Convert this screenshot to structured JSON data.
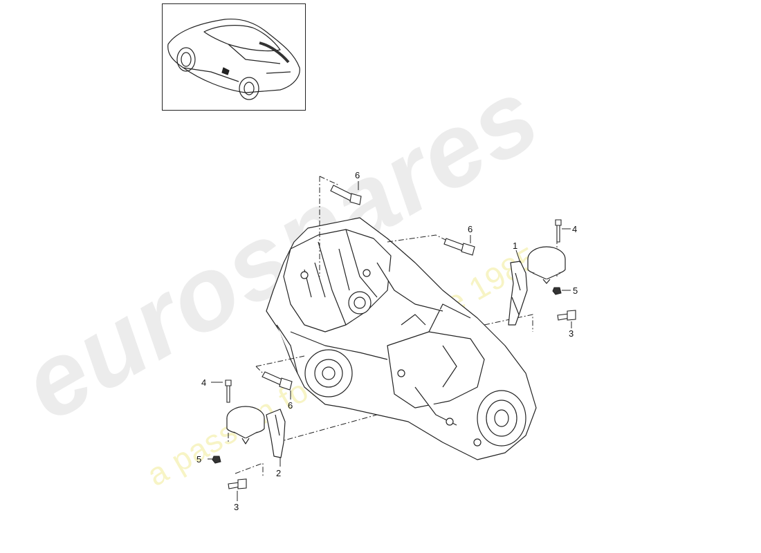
{
  "watermark": {
    "brand": "eurospares",
    "tagline": "a passion for parts since 1985",
    "brand_color": "#dcdcdc",
    "tagline_color": "#f0eb96"
  },
  "thumbnail": {
    "icon": "car-icon"
  },
  "callouts": {
    "bolt_top": "6",
    "bolt_mid_right": "6",
    "bolt_lower_left": "6",
    "mount_right": "1",
    "mount_left": "2",
    "bolt_right_top": "4",
    "bolt_left_top": "4",
    "nut_right": "5",
    "nut_left": "5",
    "bolt_right_bottom": "3",
    "bolt_left_bottom": "3"
  }
}
